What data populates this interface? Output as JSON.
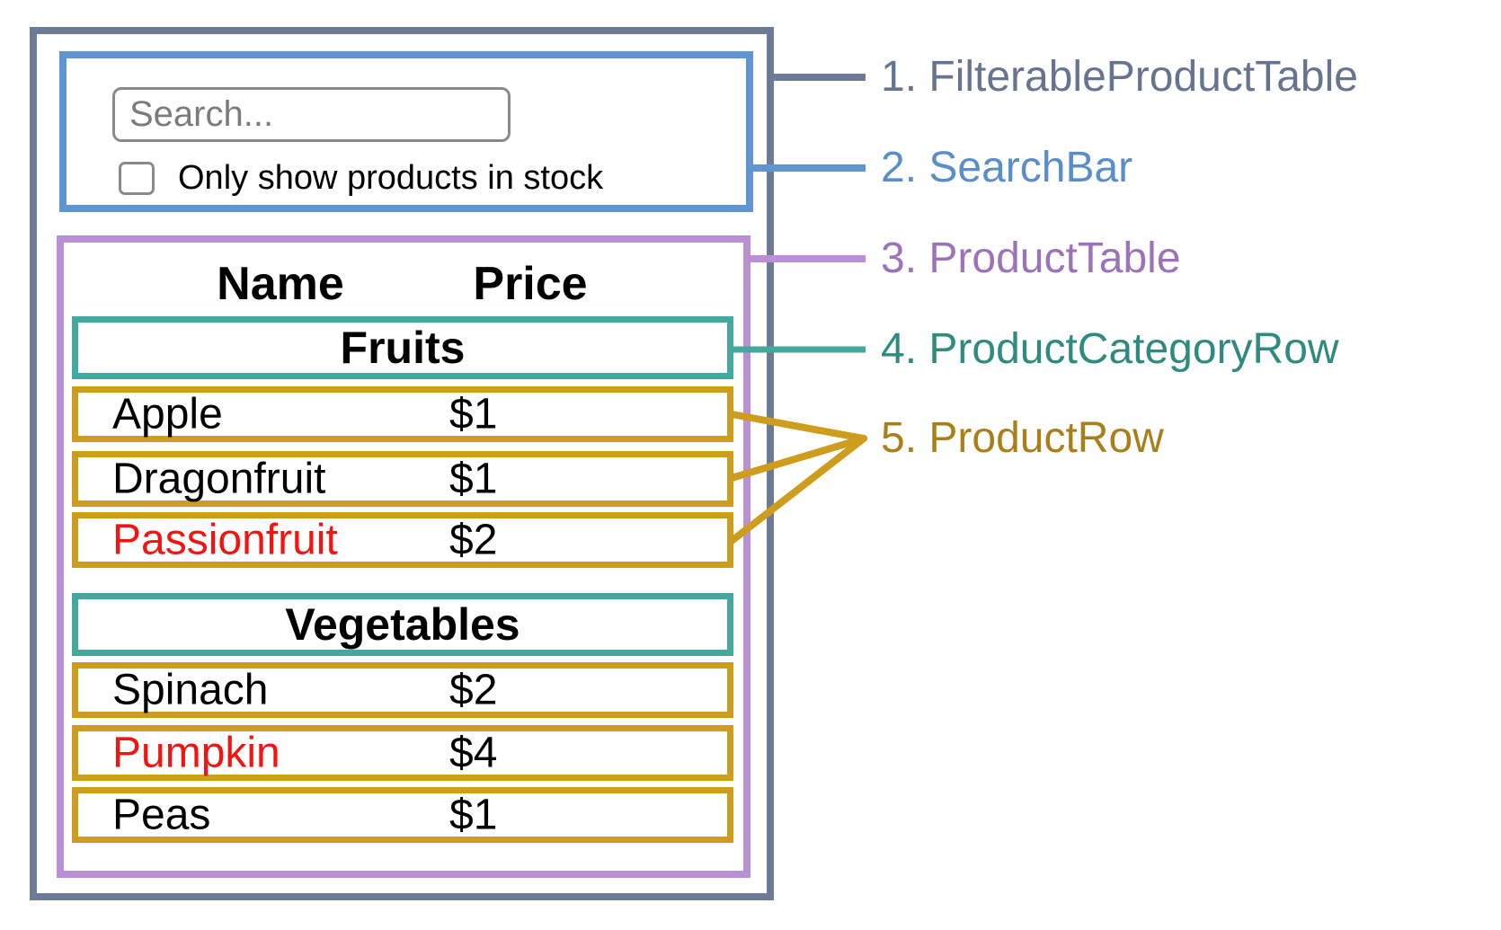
{
  "searchbar": {
    "input_placeholder": "Search...",
    "checkbox_label": "Only show products in stock",
    "checkbox_checked": false
  },
  "table": {
    "headers": {
      "name": "Name",
      "price": "Price"
    },
    "sections": [
      {
        "category": "Fruits",
        "rows": [
          {
            "name": "Apple",
            "price": "$1",
            "name_color": "#000000"
          },
          {
            "name": "Dragonfruit",
            "price": "$1",
            "name_color": "#000000"
          },
          {
            "name": "Passionfruit",
            "price": "$2",
            "name_color": "#f21411"
          }
        ]
      },
      {
        "category": "Vegetables",
        "rows": [
          {
            "name": "Spinach",
            "price": "$2",
            "name_color": "#000000"
          },
          {
            "name": "Pumpkin",
            "price": "$4",
            "name_color": "#f21411"
          },
          {
            "name": "Peas",
            "price": "$1",
            "name_color": "#000000"
          }
        ]
      }
    ]
  },
  "legend": [
    {
      "label": "1. FilterableProductTable",
      "color": "#66748f"
    },
    {
      "label": "2. SearchBar",
      "color": "#5a8ec9"
    },
    {
      "label": "3. ProductTable",
      "color": "#9c72b8"
    },
    {
      "label": "4. ProductCategoryRow",
      "color": "#2f8a80"
    },
    {
      "label": "5. ProductRow",
      "color": "#aa7f1a"
    }
  ],
  "colors": {
    "outer_border": "#6e7b94",
    "searchbar_border": "#5f96d2",
    "product_table_border": "#bb8fd6",
    "category_border": "#43a89d",
    "row_border": "#cf9d1d",
    "input_border": "#8a8a8a",
    "placeholder_text": "#7b7b7b",
    "out_of_stock_text": "#f21411"
  }
}
